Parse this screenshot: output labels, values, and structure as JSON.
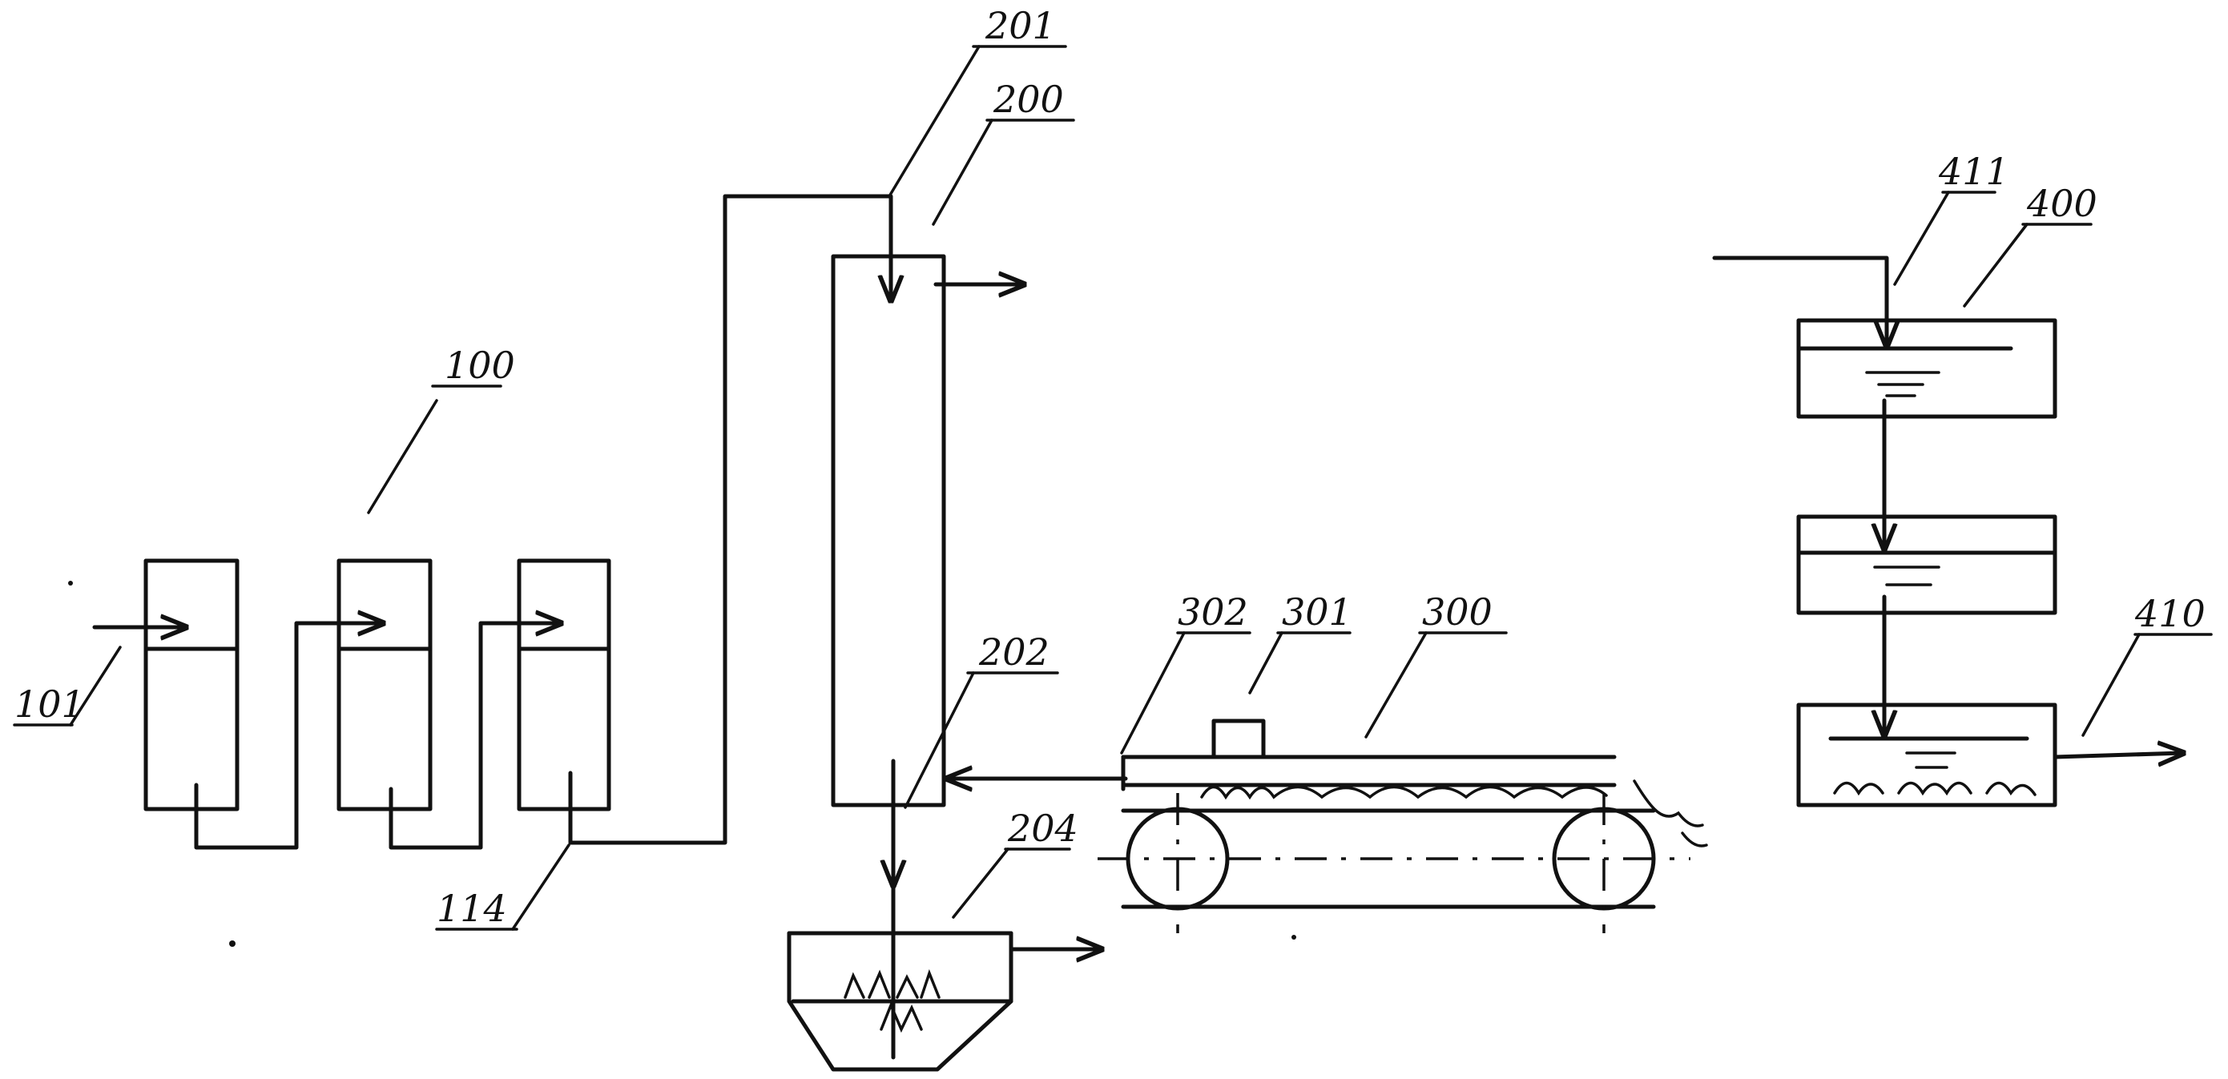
{
  "colors": {
    "ink": "#111111",
    "background": "#ffffff"
  },
  "labels": {
    "l100": "100",
    "l101": "101",
    "l114": "114",
    "l200": "200",
    "l201": "201",
    "l202": "202",
    "l204": "204",
    "l300": "300",
    "l301": "301",
    "l302": "302",
    "l400": "400",
    "l410": "410",
    "l411": "411"
  }
}
